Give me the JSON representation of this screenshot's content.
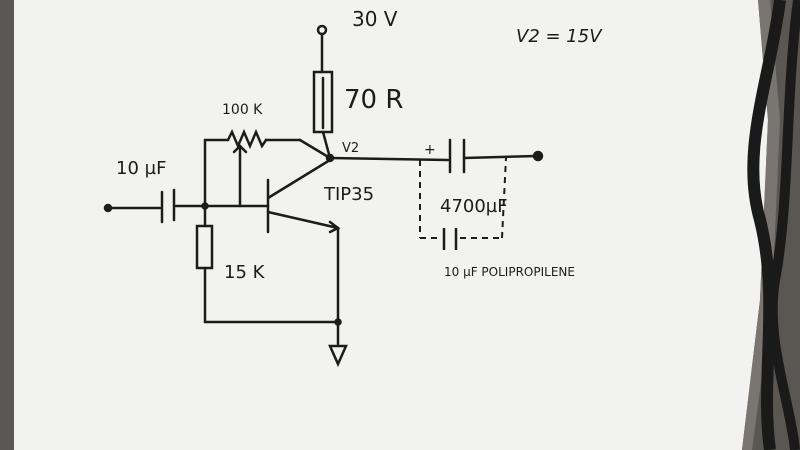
{
  "labels": {
    "supply_voltage": "30 V",
    "v2_note": "V2 = 15V",
    "r_collector": "70 R",
    "r_feedback": "100 K",
    "c_input": "10 µF",
    "node_v2": "V2",
    "transistor": "TIP35",
    "c_output": "4700µF",
    "c_bypass": "10 µF POLIPROPILENE",
    "r_bias": "15 K",
    "plus_sign": "+"
  },
  "colors": {
    "paper": "#f2f2f0",
    "ink": "#1c1c1c",
    "background": "#5a5652",
    "cable": "#1a1a1a"
  }
}
